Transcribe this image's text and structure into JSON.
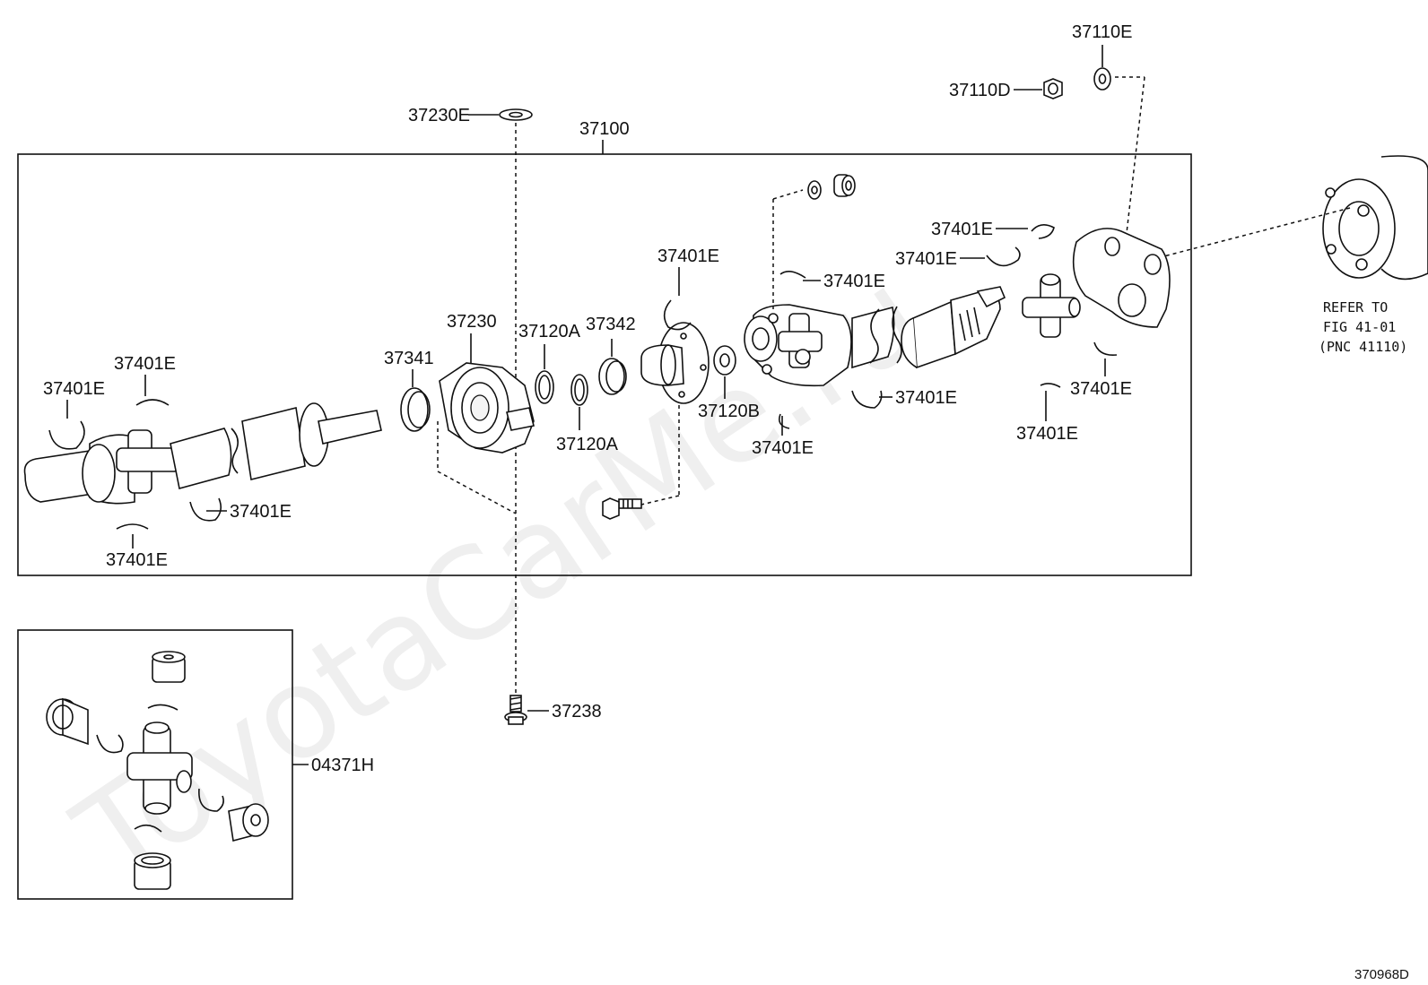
{
  "watermark": "ToyotaCarMe.ru",
  "figure_code": "370968D",
  "refer_note": {
    "line1": "REFER TO",
    "line2": "FIG 41-01",
    "line3": "(PNC 41110)"
  },
  "labels": {
    "p37110E": "37110E",
    "p37110D": "37110D",
    "p37230E": "37230E",
    "p37100": "37100",
    "p37401E_top": "37401E",
    "p37401E_b": "37401E",
    "p37401E_c": "37401E",
    "p37401E_d": "37401E",
    "p37401E_e": "37401E",
    "p37401E_f": "37401E",
    "p37401E_g": "37401E",
    "p37401E_h": "37401E",
    "p37401E_i": "37401E",
    "p37401E_j": "37401E",
    "p37401E_k": "37401E",
    "p37401E_l": "37401E",
    "p37230": "37230",
    "p37120A_1": "37120A",
    "p37342": "37342",
    "p37341": "37341",
    "p37120A_2": "37120A",
    "p37120B": "37120B",
    "p37238": "37238",
    "p04371H": "04371H"
  }
}
